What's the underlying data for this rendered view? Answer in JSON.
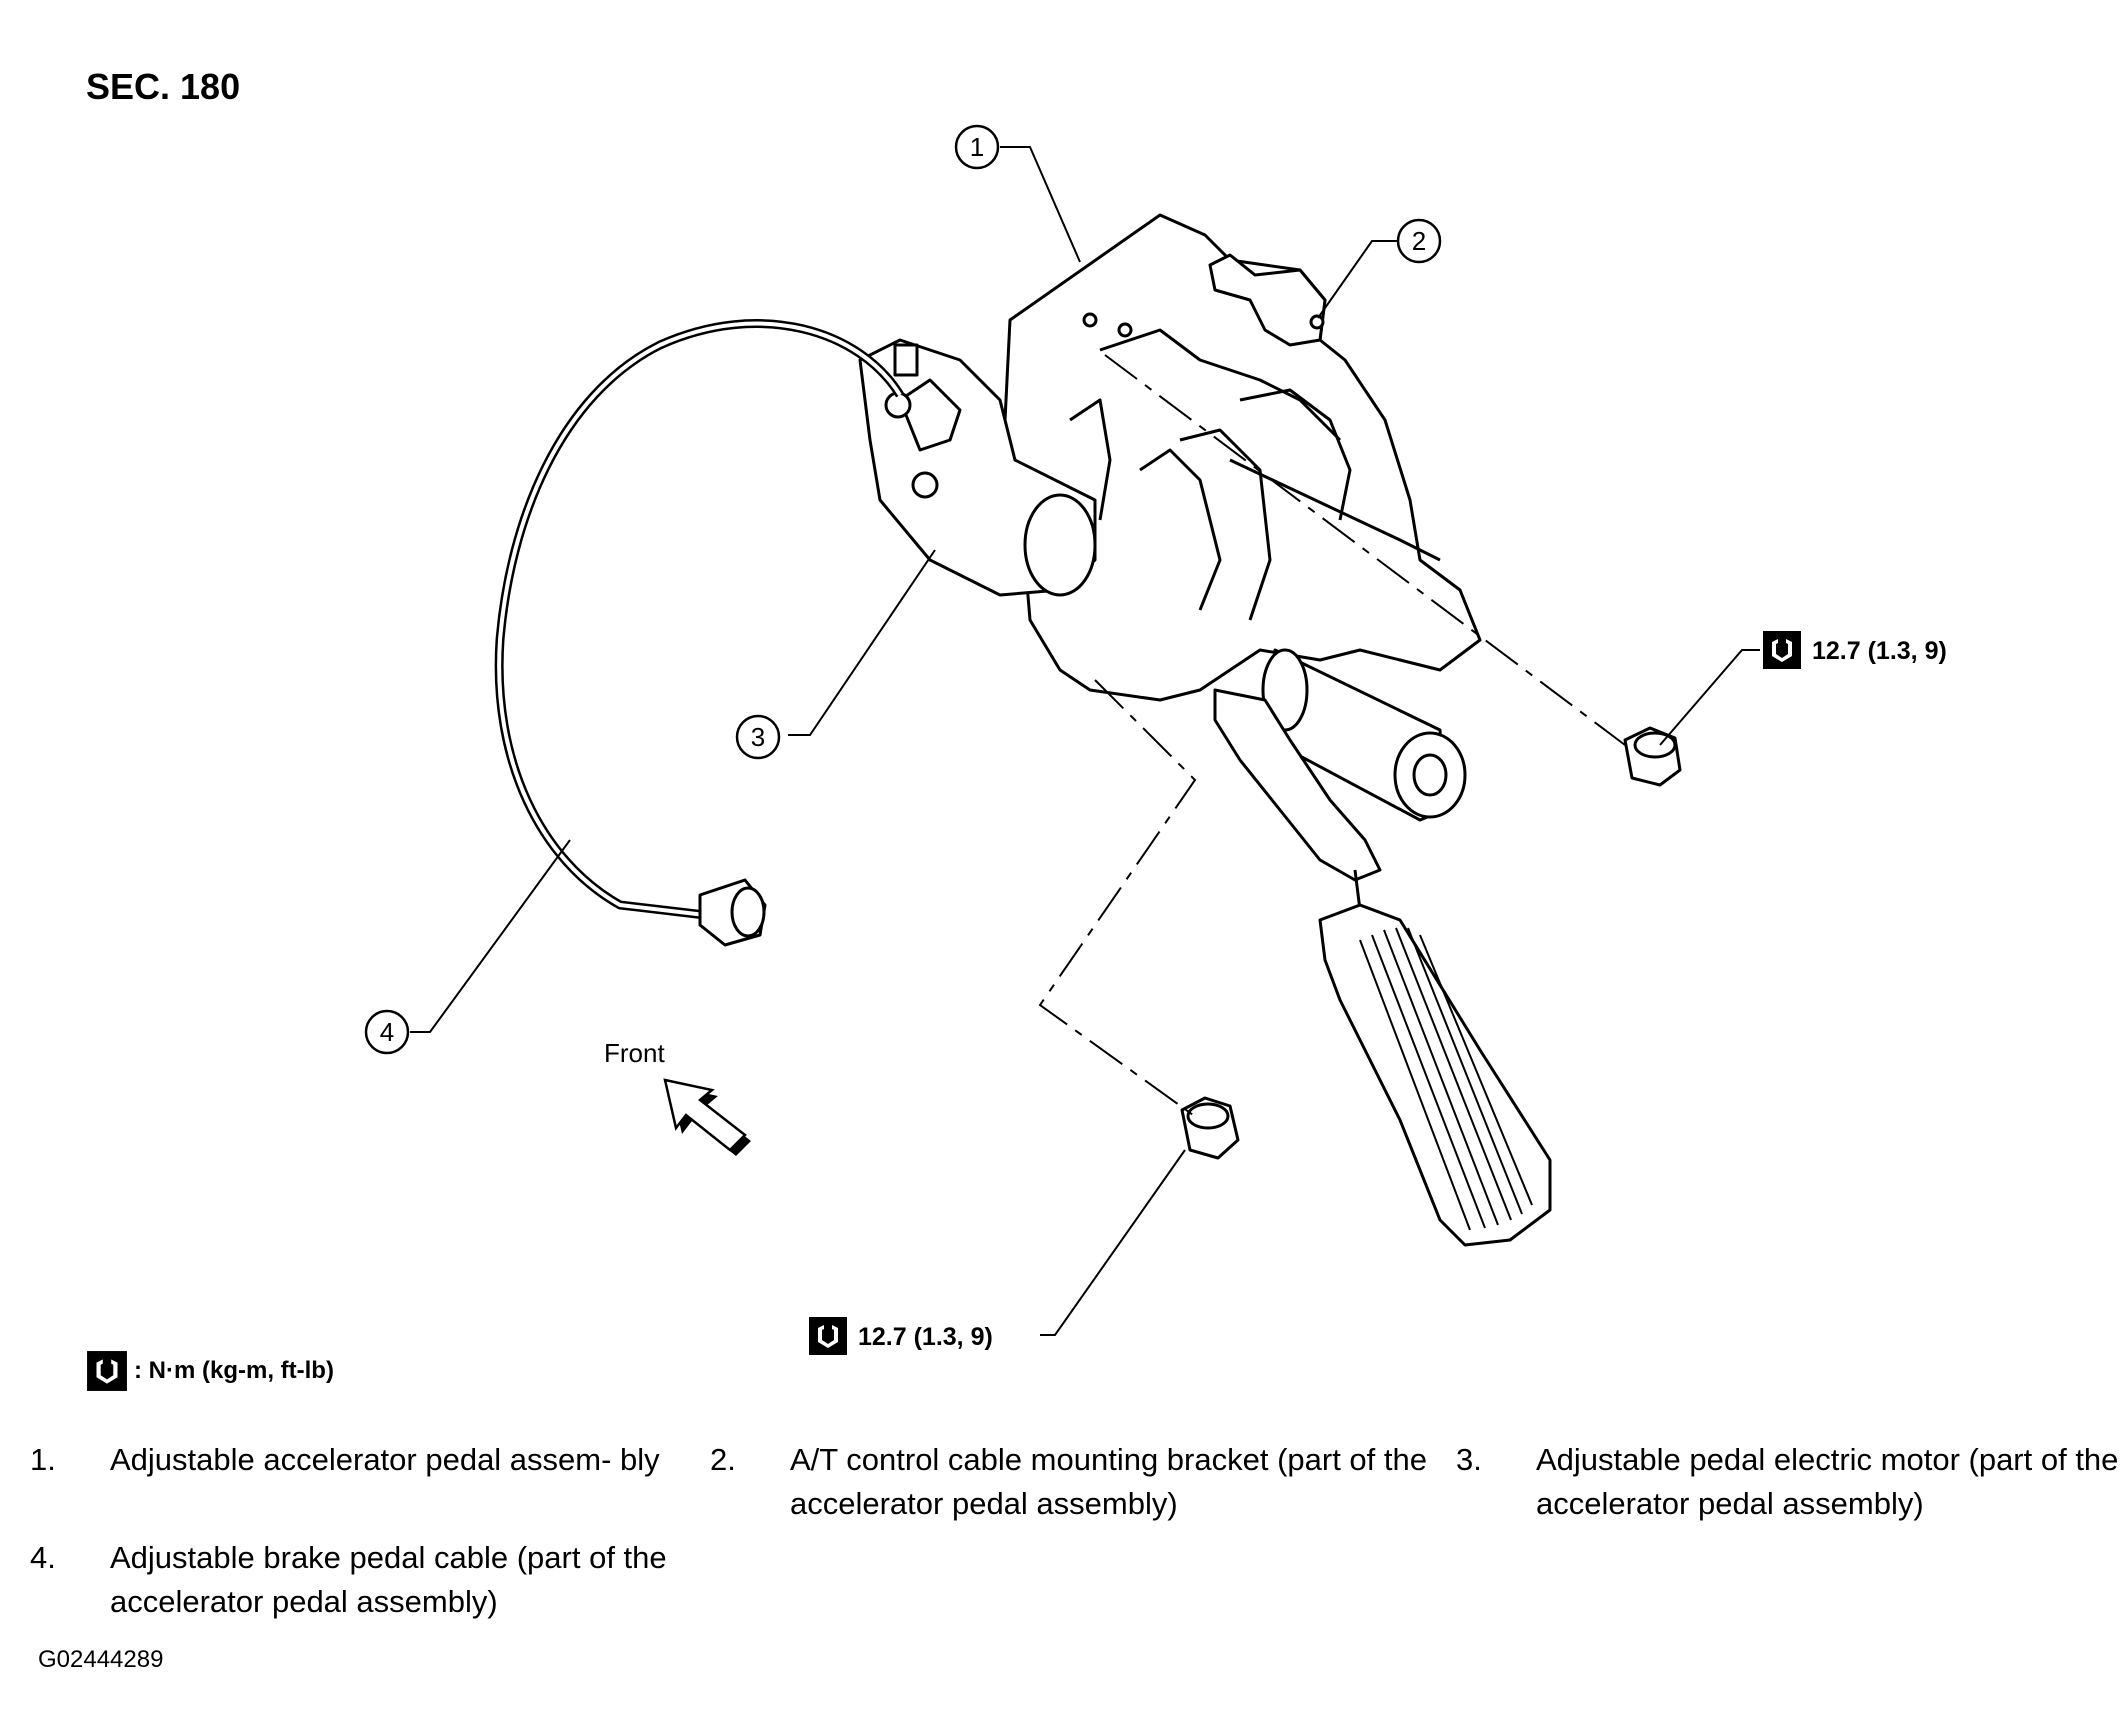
{
  "section": "SEC. 180",
  "callouts": [
    "1",
    "2",
    "3",
    "4"
  ],
  "front_label": "Front",
  "torque_labels": {
    "nut_right": "12.7 (1.3, 9)",
    "nut_bottom": "12.7 (1.3, 9)"
  },
  "legend_unit": ": N·m (kg-m, ft-lb)",
  "items": [
    {
      "num": "1.",
      "text": "Adjustable accelerator pedal assem- bly"
    },
    {
      "num": "2.",
      "text": "A/T control cable mounting bracket (part of the accelerator pedal assembly)"
    },
    {
      "num": "3.",
      "text": "Adjustable pedal electric motor (part of the accelerator pedal assembly)"
    },
    {
      "num": "4.",
      "text": "Adjustable brake pedal cable (part of the accelerator pedal assembly)"
    }
  ],
  "figure_id": "G02444289",
  "icons": {
    "torque": "wrench-torque-icon",
    "front_arrow": "front-arrow-icon"
  }
}
